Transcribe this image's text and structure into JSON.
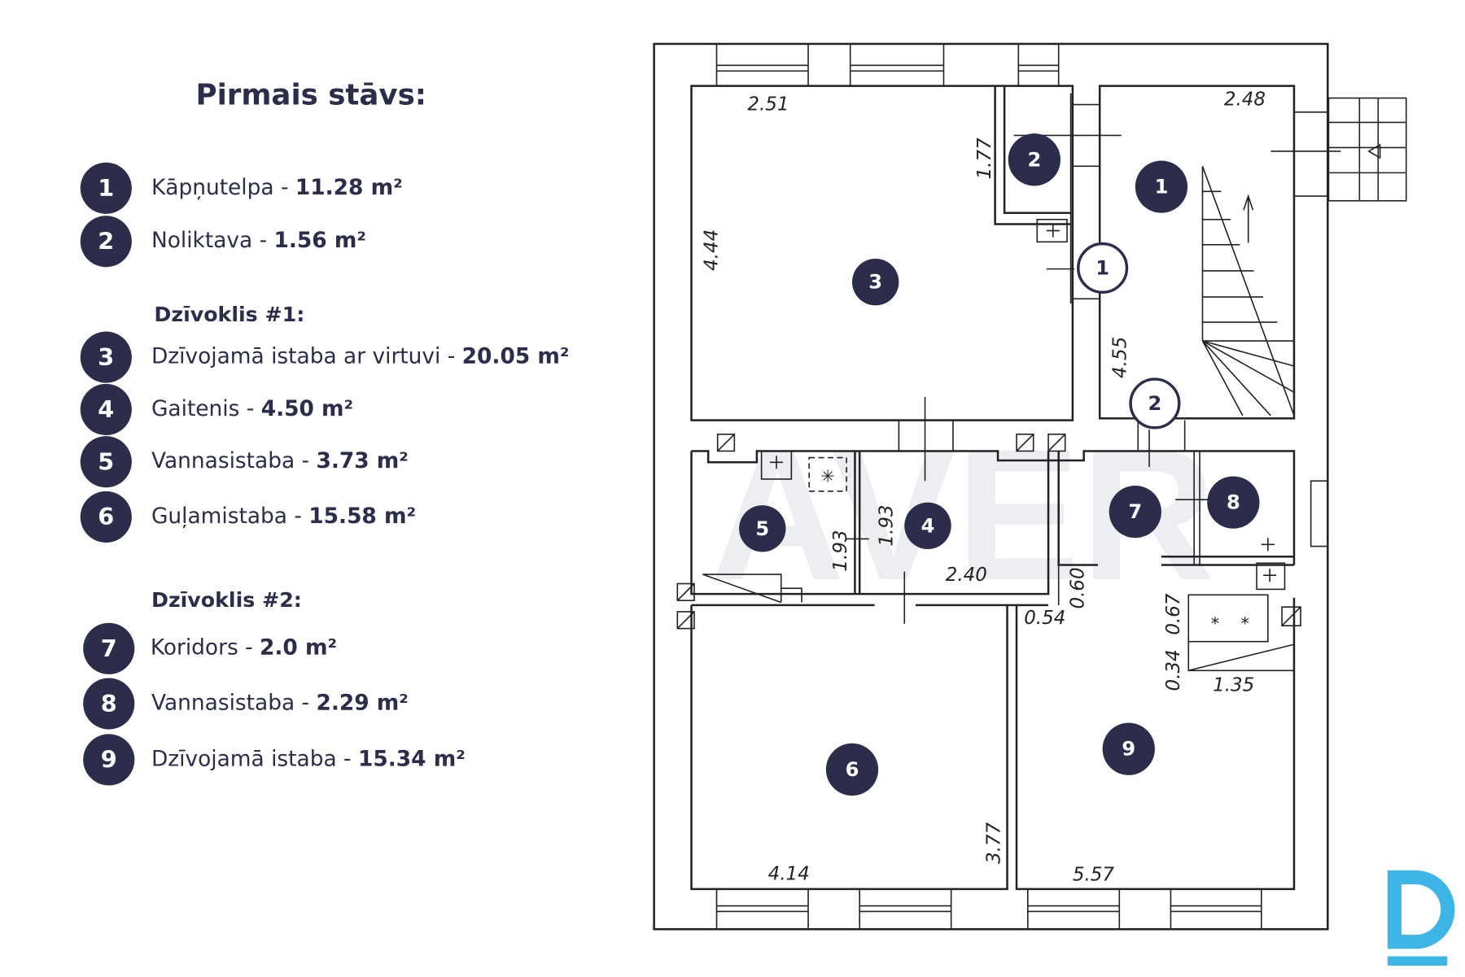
{
  "title": "Pirmais stāvs:",
  "common": [
    {
      "num": "1",
      "name": "Kāpņutelpa - ",
      "area": "11.28 m²"
    },
    {
      "num": "2",
      "name": "Noliktava - ",
      "area": "1.56 m²"
    }
  ],
  "apartment1": {
    "heading": "Dzīvoklis #1:",
    "rooms": [
      {
        "num": "3",
        "name": "Dzīvojamā istaba ar virtuvi - ",
        "area": "20.05 m²"
      },
      {
        "num": "4",
        "name": "Gaitenis - ",
        "area": "4.50 m²"
      },
      {
        "num": "5",
        "name": "Vannasistaba - ",
        "area": "3.73 m²"
      },
      {
        "num": "6",
        "name": "Guļamistaba - ",
        "area": "15.58 m²"
      }
    ]
  },
  "apartment2": {
    "heading": "Dzīvoklis #2:",
    "rooms": [
      {
        "num": "7",
        "name": "Koridors - ",
        "area": "2.0 m²"
      },
      {
        "num": "8",
        "name": "Vannasistaba - ",
        "area": "2.29 m²"
      },
      {
        "num": "9",
        "name": "Dzīvojamā istaba - ",
        "area": "15.34 m²"
      }
    ]
  },
  "plan": {
    "watermark": "AVER",
    "entrance_markers": [
      "1",
      "2"
    ],
    "dimensions": [
      "2.51",
      "2.48",
      "1.77",
      "4.44",
      "4.55",
      "1.93",
      "1.93",
      "2.40",
      "0.60",
      "0.54",
      "0.67",
      "0.34",
      "1.35",
      "4.14",
      "3.77",
      "5.57"
    ],
    "room_markers": [
      "1",
      "2",
      "3",
      "4",
      "5",
      "6",
      "7",
      "8",
      "9"
    ]
  },
  "colors": {
    "navy": "#2b2d4a",
    "logo": "#3db5e6"
  }
}
